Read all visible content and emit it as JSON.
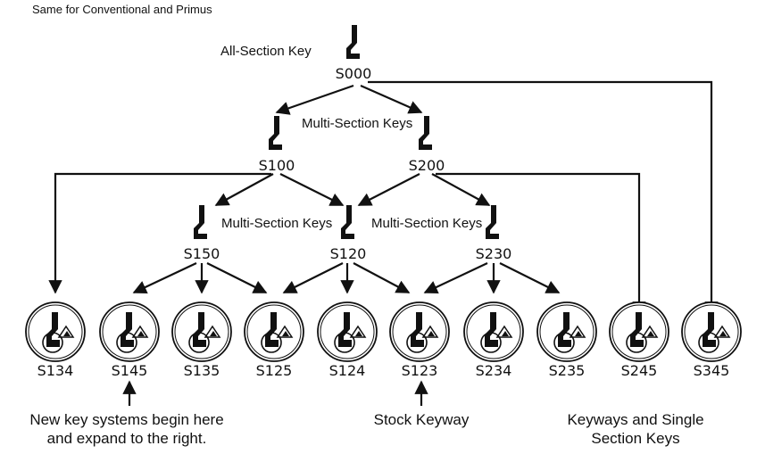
{
  "header": {
    "note": "Same for Conventional and Primus"
  },
  "labels": {
    "all_section": "All-Section Key",
    "multi_1": "Multi-Section Keys",
    "multi_2": "Multi-Section Keys",
    "multi_3": "Multi-Section Keys"
  },
  "keys": {
    "S000": "S000",
    "S100": "S100",
    "S200": "S200",
    "S150": "S150",
    "S120": "S120",
    "S230": "S230"
  },
  "cylinders": [
    "S134",
    "S145",
    "S135",
    "S125",
    "S124",
    "S123",
    "S234",
    "S235",
    "S245",
    "S345"
  ],
  "captions": {
    "new_line1": "New key systems begin here",
    "new_line2": "and expand to the right.",
    "stock": "Stock Keyway",
    "keyways_line1": "Keyways and Single",
    "keyways_line2": "Section Keys"
  },
  "colors": {
    "ink": "#111111",
    "background": "#ffffff"
  }
}
